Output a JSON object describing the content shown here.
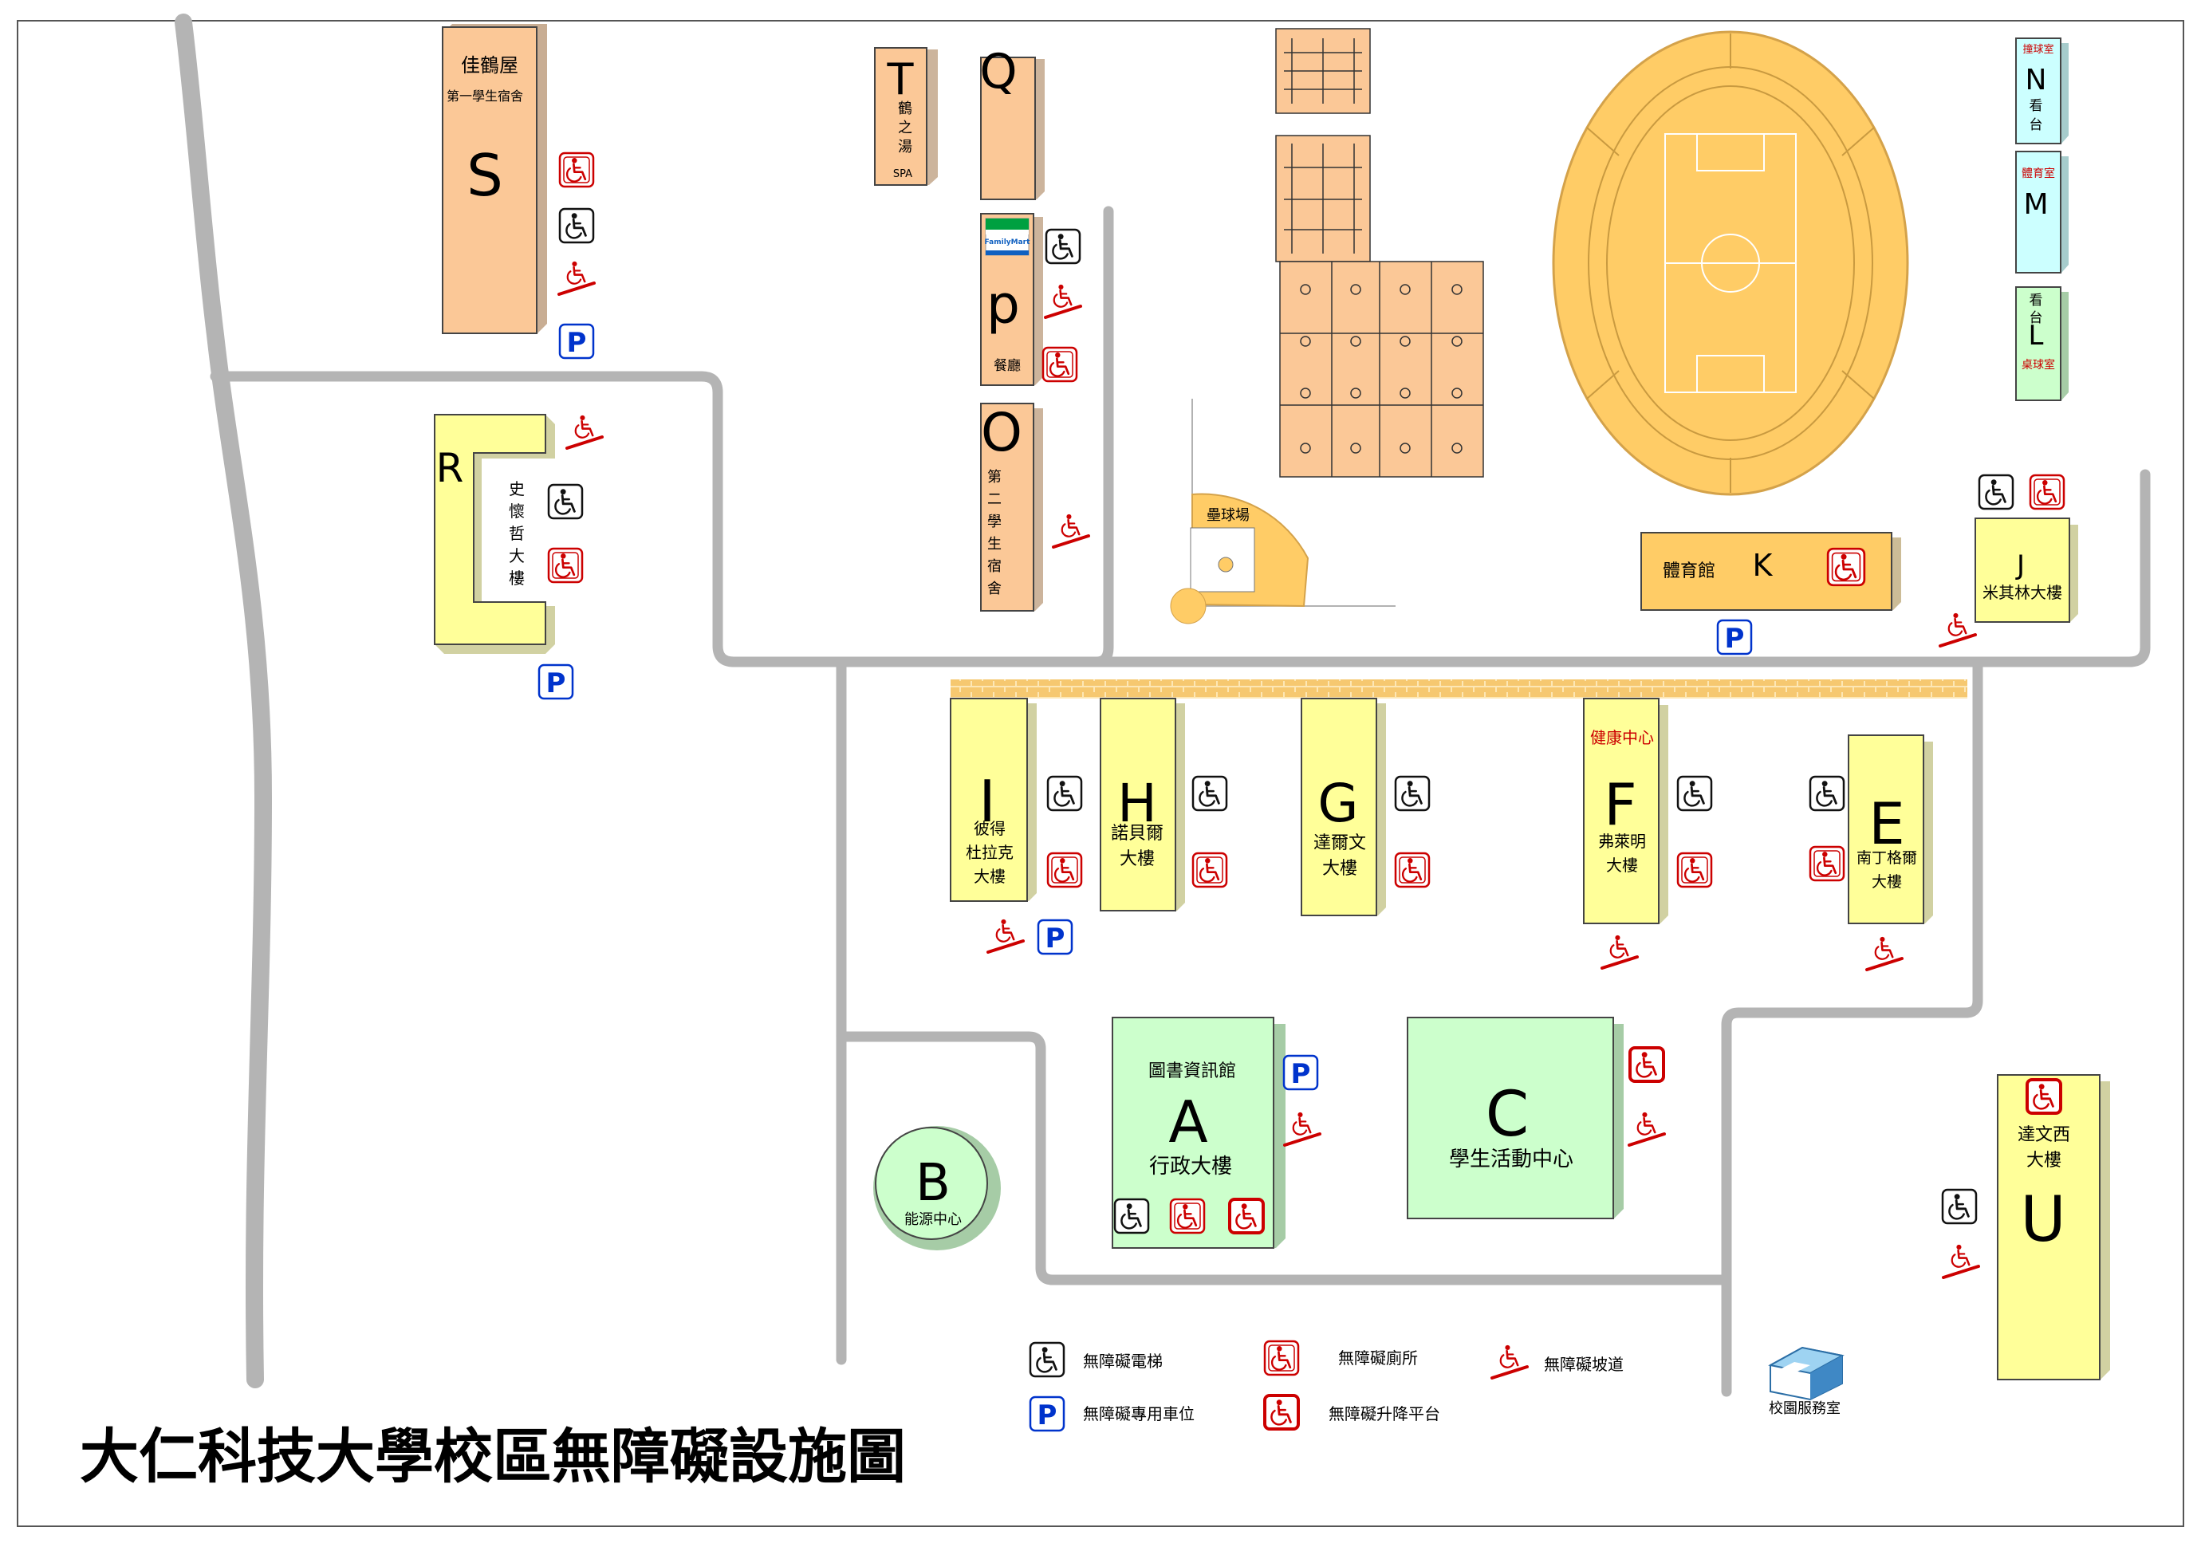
{
  "title": "大仁科技大學校區無障礙設施圖",
  "colors": {
    "dorm": "#fbc897",
    "academic": "#ffff99",
    "center": "#ccffcc",
    "sports": "#ffcc66",
    "stand": "#ccffff",
    "red": "#cc0000",
    "blue": "#0033cc",
    "road": "#b4b4b4"
  },
  "buildings": {
    "S": {
      "letter": "S",
      "name": "佳鶴屋",
      "sub": "第一學生宿舍"
    },
    "T": {
      "letter": "T",
      "name": "鶴之湯",
      "sub": "SPA"
    },
    "Q": {
      "letter": "Q"
    },
    "P": {
      "letter": "p",
      "name": "餐廳",
      "store": "FamilyMart"
    },
    "O": {
      "letter": "O",
      "name": "第二學生宿舍"
    },
    "R": {
      "letter": "R",
      "name": "史懷哲大樓"
    },
    "baseball": {
      "name": "壘球場"
    },
    "K": {
      "letter": "K",
      "name": "體育館"
    },
    "N": {
      "letter": "N",
      "tag": "撞球室",
      "name": "看台"
    },
    "M": {
      "letter": "M",
      "tag": "體育室"
    },
    "L": {
      "letter": "L",
      "tag": "桌球室",
      "name": "看台"
    },
    "J": {
      "letter": "J",
      "name": "米其林大樓"
    },
    "I": {
      "letter": "I",
      "name": "彼得杜拉克大樓"
    },
    "H": {
      "letter": "H",
      "name": "諾貝爾大樓"
    },
    "G": {
      "letter": "G",
      "name": "達爾文大樓"
    },
    "F": {
      "letter": "F",
      "tag": "健康中心",
      "name": "弗萊明大樓"
    },
    "E": {
      "letter": "E",
      "name": "南丁格爾大樓"
    },
    "A": {
      "letter": "A",
      "sub": "圖書資訊館",
      "name": "行政大樓"
    },
    "B": {
      "letter": "B",
      "name": "能源中心"
    },
    "C": {
      "letter": "C",
      "name": "學生活動中心"
    },
    "U": {
      "letter": "U",
      "name": "達文西大樓"
    }
  },
  "legend": {
    "elevator": "無障礙電梯",
    "toilet": "無障礙廁所",
    "ramp": "無障礙坡道",
    "parking": "無障礙專用車位",
    "lift": "無障礙升降平台",
    "service": "校園服務室"
  },
  "icons": {
    "elevator": "wheelchair-elevator-icon",
    "toilet": "accessible-toilet-icon",
    "ramp": "accessible-ramp-icon",
    "parking": "accessible-parking-icon",
    "lift": "accessible-lift-icon"
  }
}
